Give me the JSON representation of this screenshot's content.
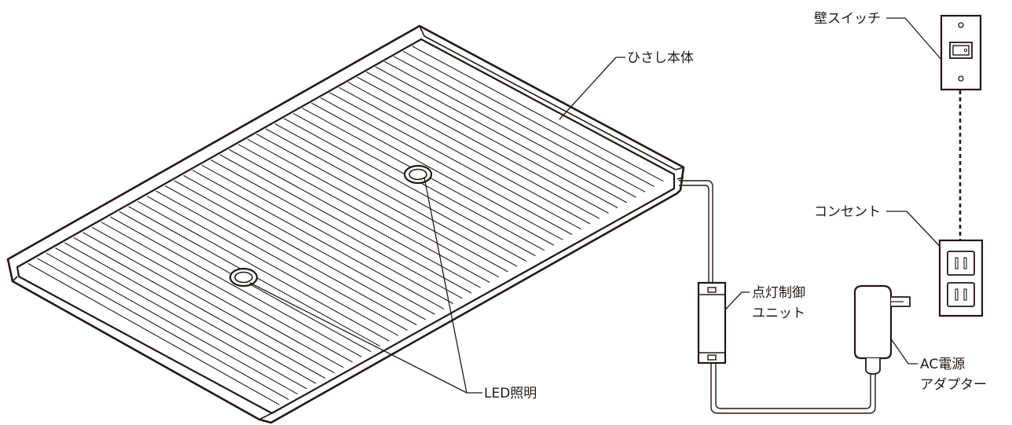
{
  "labels": {
    "canopy_body": "ひさし本体",
    "led_light": "LED照明",
    "wall_switch": "壁スイッチ",
    "outlet": "コンセント",
    "control_unit_line1": "点灯制御",
    "control_unit_line2": "ユニット",
    "ac_adapter_line1": "AC電源",
    "ac_adapter_line2": "アダプター"
  },
  "colors": {
    "stroke": "#231815",
    "face": "#ffffff"
  },
  "icons": [
    "led-light-icon",
    "wall-switch-icon",
    "outlet-icon",
    "control-unit-icon",
    "ac-adapter-icon"
  ]
}
